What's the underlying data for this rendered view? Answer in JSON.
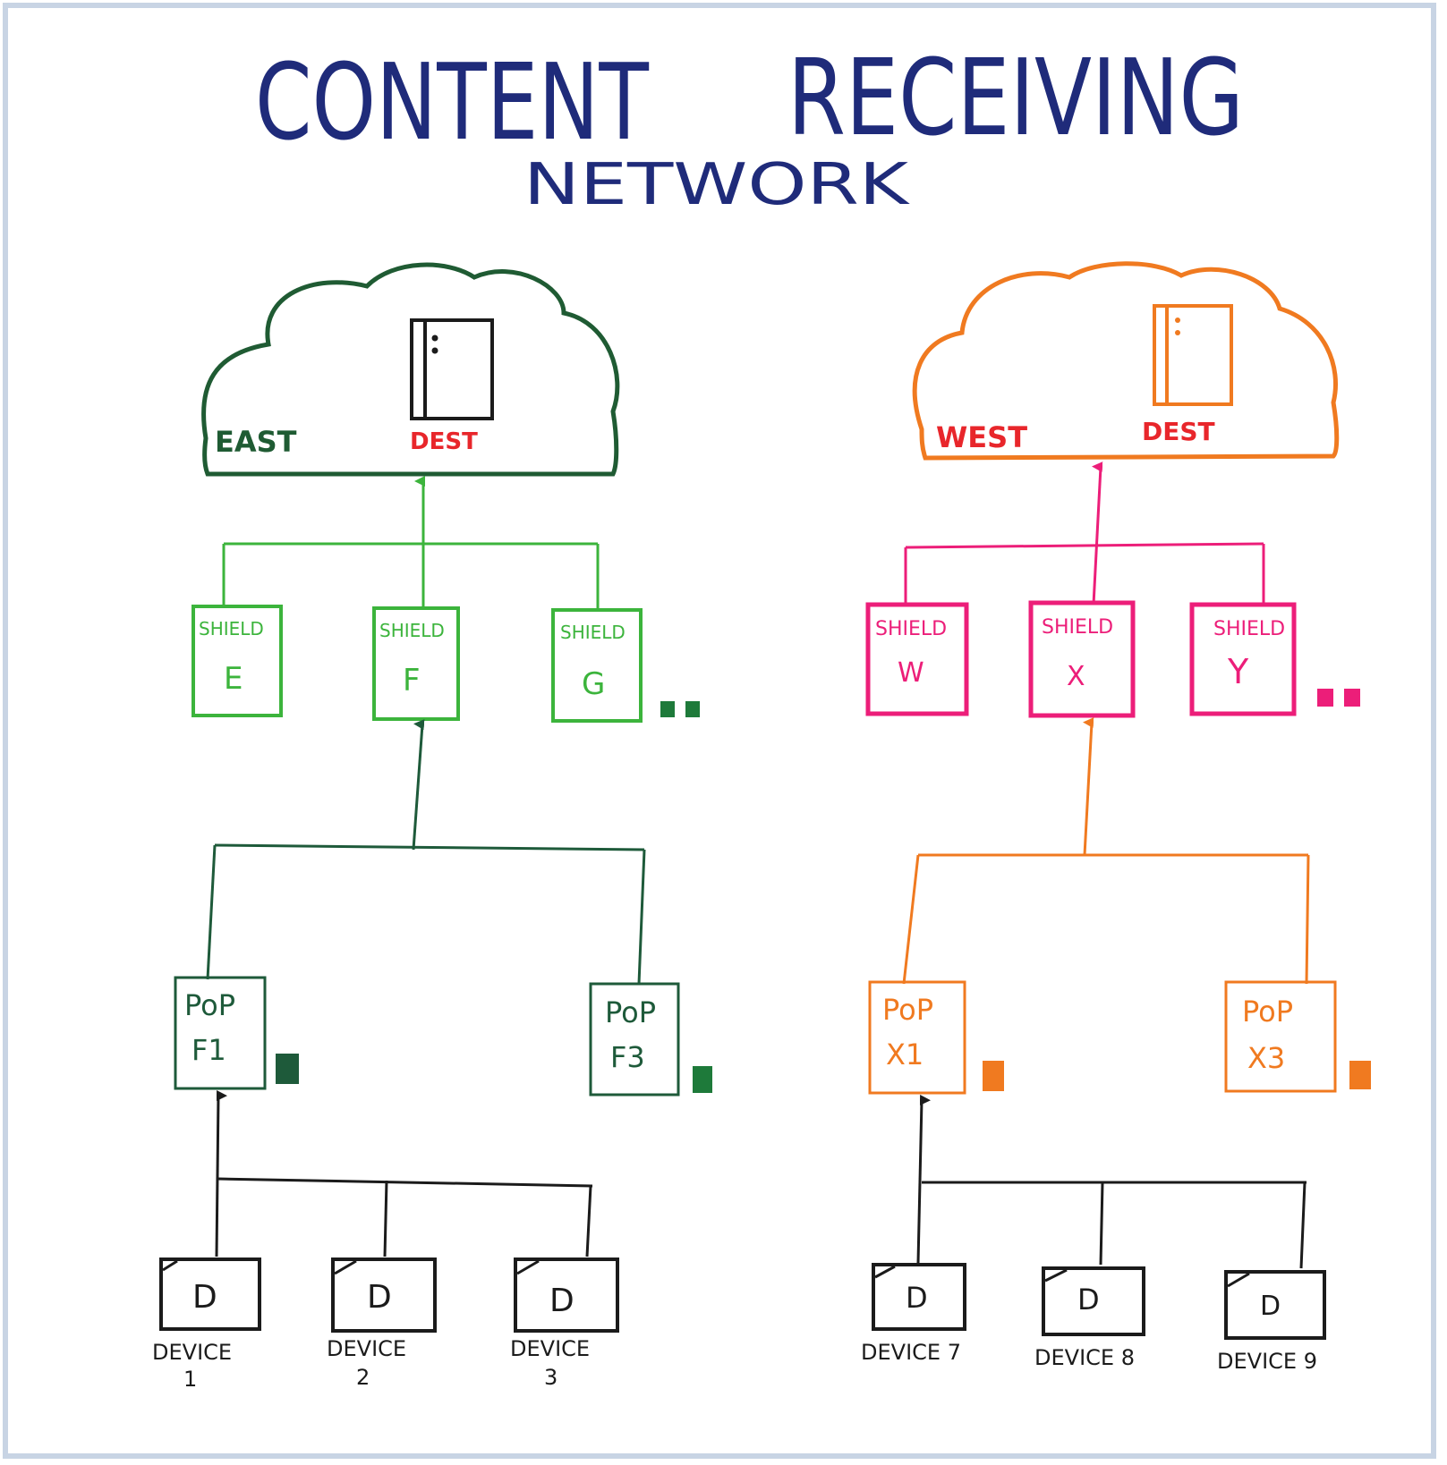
{
  "title": {
    "main_left": "CONTENT",
    "main_right": "RECEIVING",
    "sub": "NETWORK"
  },
  "colors": {
    "title": "#1f2b7a",
    "east_cloud": "#1f5b33",
    "east_shield": "#3cb43c",
    "east_pop": "#1e5a3a",
    "dest_label": "#e8262b",
    "west_cloud": "#f07a20",
    "west_shield": "#ec1e79",
    "west_pop": "#f07a20",
    "device": "#1b1b1b",
    "arrow_dark": "#1b1b1b",
    "frame": "#c8d4e4"
  },
  "east": {
    "cloud_label": "EAST",
    "dest_label": "DEST",
    "shields": [
      {
        "top": "SHIELD",
        "letter": "E"
      },
      {
        "top": "SHIELD",
        "letter": "F"
      },
      {
        "top": "SHIELD",
        "letter": "G"
      }
    ],
    "pops": [
      {
        "top": "PoP",
        "id": "F1"
      },
      {
        "top": "PoP",
        "id": "F3"
      }
    ],
    "devices": [
      {
        "glyph": "D",
        "label": "DEVICE",
        "num": "1"
      },
      {
        "glyph": "D",
        "label": "DEVICE",
        "num": "2"
      },
      {
        "glyph": "D",
        "label": "DEVICE",
        "num": "3"
      }
    ]
  },
  "west": {
    "cloud_label": "WEST",
    "dest_label": "DEST",
    "shields": [
      {
        "top": "SHIELD",
        "letter": "W"
      },
      {
        "top": "SHIELD",
        "letter": "X"
      },
      {
        "top": "SHIELD",
        "letter": "Y"
      }
    ],
    "pops": [
      {
        "top": "PoP",
        "id": "X1"
      },
      {
        "top": "PoP",
        "id": "X3"
      }
    ],
    "devices": [
      {
        "glyph": "D",
        "label": "DEVICE 7"
      },
      {
        "glyph": "D",
        "label": "DEVICE 8"
      },
      {
        "glyph": "D",
        "label": "DEVICE 9"
      }
    ]
  }
}
